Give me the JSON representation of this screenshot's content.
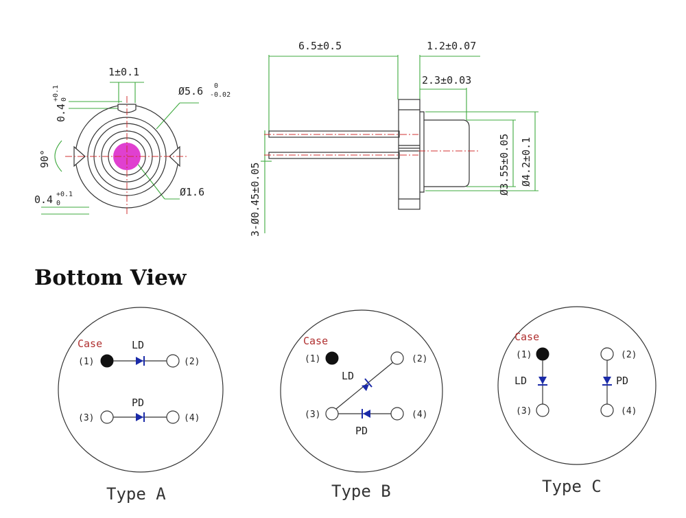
{
  "top_view": {
    "dim_notch_width": "1±0.1",
    "dim_outer_dia_base": "Ø5.6",
    "dim_outer_dia_sup": "0",
    "dim_outer_dia_sub": "-0.02",
    "dim_notch_depth_top_base": "0.4",
    "dim_notch_depth_top_sup": "+0.1",
    "dim_notch_depth_top_sub": "0",
    "dim_angle": "90°",
    "dim_notch_depth_bottom_base": "0.4",
    "dim_notch_depth_bottom_sup": "+0.1",
    "dim_notch_depth_bottom_sub": "0",
    "dim_window_dia": "Ø1.6",
    "emitter_color": "#e040d0"
  },
  "side_view": {
    "dim_lead_length": "6.5±0.5",
    "dim_flange_thickness": "1.2±0.07",
    "dim_cap_height": "2.3±0.03",
    "dim_lead_dia": "3-Ø0.45±0.05",
    "dim_cap_dia": "Ø3.55±0.05",
    "dim_flange_dia": "Ø4.2±0.1"
  },
  "bottom_view": {
    "title": "Bottom View",
    "case_label": "Case",
    "diode_color": "#1a2aa8",
    "case_color": "#b03030",
    "type_a": {
      "name": "Type A",
      "ld": "LD",
      "pd": "PD",
      "p1": "(1)",
      "p2": "(2)",
      "p3": "(3)",
      "p4": "(4)"
    },
    "type_b": {
      "name": "Type B",
      "ld": "LD",
      "pd": "PD",
      "p1": "(1)",
      "p2": "(2)",
      "p3": "(3)",
      "p4": "(4)"
    },
    "type_c": {
      "name": "Type C",
      "ld": "LD",
      "pd": "PD",
      "p1": "(1)",
      "p2": "(2)",
      "p3": "(3)",
      "p4": "(4)"
    }
  }
}
